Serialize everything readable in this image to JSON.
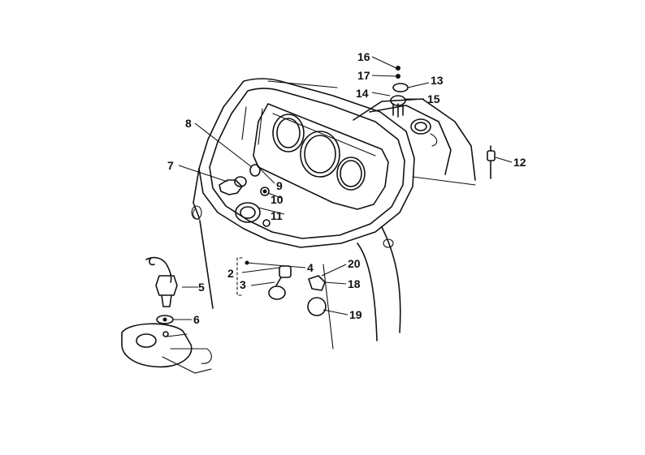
{
  "callouts": [
    {
      "id": "c2",
      "label": "2"
    },
    {
      "id": "c3",
      "label": "3"
    },
    {
      "id": "c4",
      "label": "4"
    },
    {
      "id": "c5",
      "label": "5"
    },
    {
      "id": "c6",
      "label": "6"
    },
    {
      "id": "c7",
      "label": "7"
    },
    {
      "id": "c8",
      "label": "8"
    },
    {
      "id": "c9",
      "label": "9"
    },
    {
      "id": "c10",
      "label": "10"
    },
    {
      "id": "c11",
      "label": "11"
    },
    {
      "id": "c12",
      "label": "12"
    },
    {
      "id": "c13",
      "label": "13"
    },
    {
      "id": "c14",
      "label": "14"
    },
    {
      "id": "c15",
      "label": "15"
    },
    {
      "id": "c16",
      "label": "16"
    },
    {
      "id": "c17",
      "label": "17"
    },
    {
      "id": "c18",
      "label": "18"
    },
    {
      "id": "c19",
      "label": "19"
    },
    {
      "id": "c20",
      "label": "20"
    }
  ]
}
